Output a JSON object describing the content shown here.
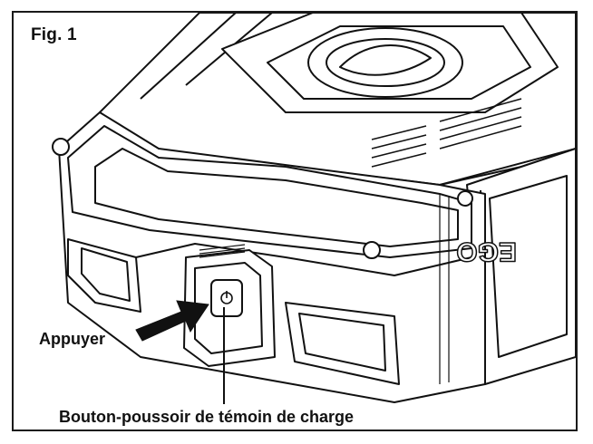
{
  "figure": {
    "label": "Fig. 1",
    "callouts": {
      "press": "Appuyer",
      "button": "Bouton-poussoir de témoin de charge"
    },
    "brand_text": "EGO",
    "icons": [
      "power-icon",
      "press-arrow-icon"
    ]
  }
}
